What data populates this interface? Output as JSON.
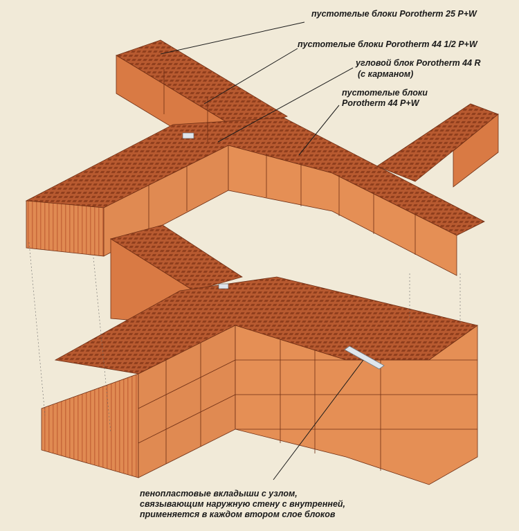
{
  "diagram": {
    "colors": {
      "background": "#f1ead8",
      "block_face_light": "#e08a52",
      "block_face_dark": "#c8683a",
      "block_top": "#b85a30",
      "block_top_holes": "#8e3d1c",
      "foam_insert": "#dfe6ec",
      "leader_line": "#1a1a1a"
    },
    "labels": {
      "porotherm25": "пустотелые блоки Porotherm 25 P+W",
      "porotherm44half": "пустотелые блоки Porotherm 44 1/2 P+W",
      "corner_line1": "угловой блок Porotherm 44 R",
      "corner_line2": "(с карманом)",
      "porotherm44_line1": "пустотелые блоки",
      "porotherm44_line2": "Porotherm 44 P+W",
      "foam_line1": "пенопластовые вкладыши с узлом,",
      "foam_line2": "связывающим наружную стену с внутренней,",
      "foam_line3": "применяется в каждом втором слое блоков"
    }
  }
}
